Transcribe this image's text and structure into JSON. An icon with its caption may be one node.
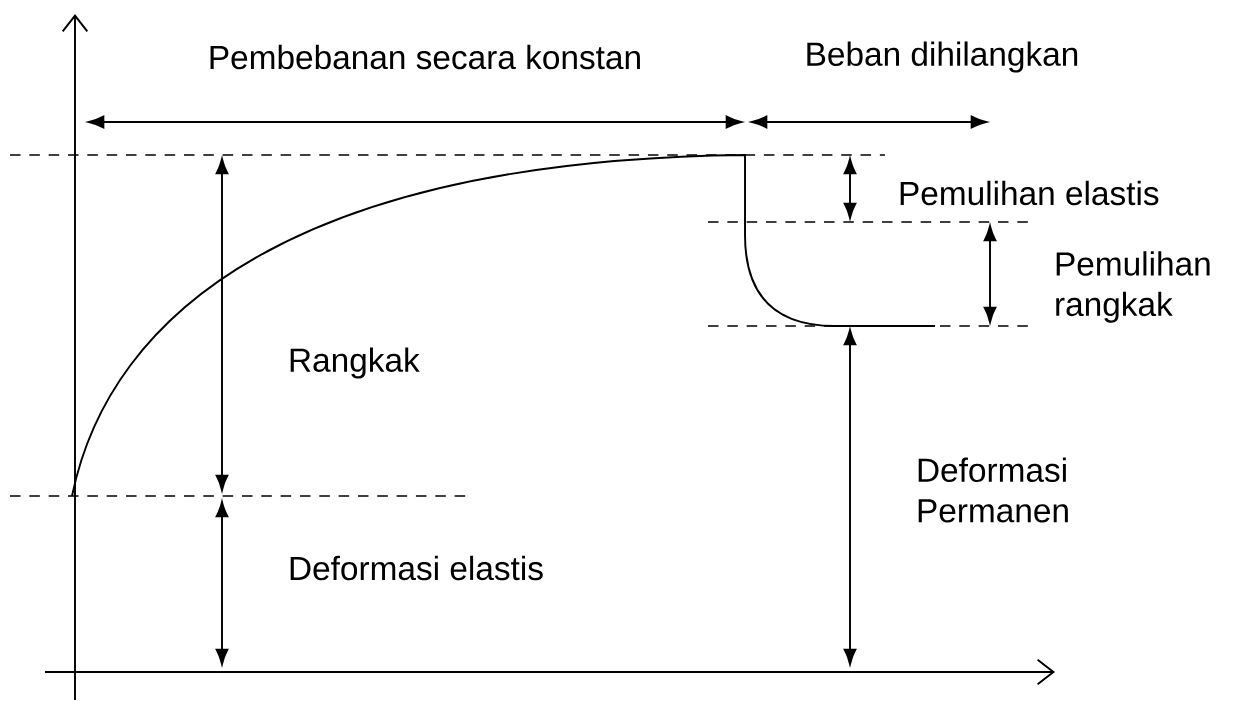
{
  "diagram": {
    "labels": [
      "Pembebanan secara konstan",
      "Beban dihilangkan",
      "Pemulihan elastis",
      "Pemulihan rangkak",
      "Rangkak",
      "Deformasi Permanen",
      "Deformasi elastis"
    ]
  }
}
